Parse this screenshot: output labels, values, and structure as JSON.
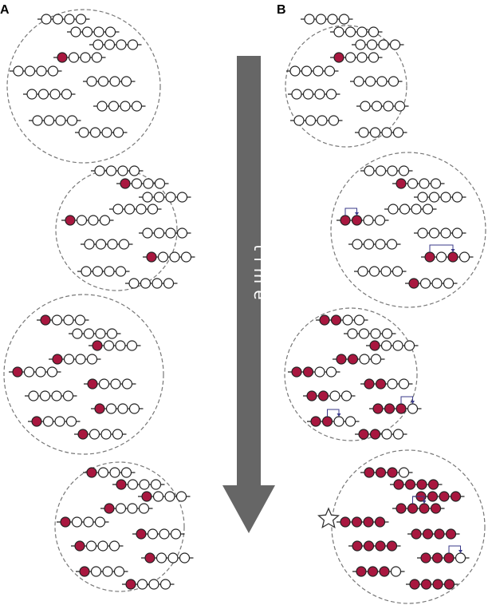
{
  "labels": {
    "panel_a": "A",
    "panel_b": "B",
    "time": "time"
  },
  "colors": {
    "marked": "#a8173f",
    "unmarked": "#ffffff",
    "stroke": "#222222",
    "circle_border": "#777777",
    "arrow": "#666666",
    "jump": "#3a3a8a"
  },
  "icons": {
    "star": "star-icon",
    "time_arrow": "down-arrow-icon"
  },
  "scenarios": {
    "A": [
      {
        "chains": [
          {
            "marked": []
          },
          {
            "marked": []
          },
          {
            "marked": []
          },
          {
            "marked": [
              0
            ]
          },
          {
            "marked": []
          },
          {
            "marked": []
          },
          {
            "marked": []
          },
          {
            "marked": []
          },
          {
            "marked": []
          },
          {
            "marked": []
          }
        ]
      },
      {
        "chains": [
          {
            "marked": []
          },
          {
            "marked": [
              0
            ]
          },
          {
            "marked": []
          },
          {
            "marked": []
          },
          {
            "marked": [
              0
            ]
          },
          {
            "marked": []
          },
          {
            "marked": []
          },
          {
            "marked": [
              0
            ]
          },
          {
            "marked": []
          },
          {
            "marked": []
          }
        ]
      },
      {
        "chains": [
          {
            "marked": [
              0
            ]
          },
          {
            "marked": []
          },
          {
            "marked": [
              0
            ]
          },
          {
            "marked": [
              0
            ]
          },
          {
            "marked": [
              0
            ]
          },
          {
            "marked": [
              0
            ]
          },
          {
            "marked": []
          },
          {
            "marked": [
              0
            ]
          },
          {
            "marked": [
              0
            ]
          },
          {
            "marked": [
              0
            ]
          }
        ]
      },
      {
        "chains": [
          {
            "marked": [
              0
            ]
          },
          {
            "marked": [
              0
            ]
          },
          {
            "marked": [
              0
            ]
          },
          {
            "marked": [
              0
            ]
          },
          {
            "marked": [
              0
            ]
          },
          {
            "marked": [
              0
            ]
          },
          {
            "marked": [
              0
            ]
          },
          {
            "marked": [
              0
            ]
          },
          {
            "marked": [
              0
            ]
          },
          {
            "marked": [
              0
            ]
          }
        ]
      }
    ],
    "B": [
      {
        "chains": [
          {
            "marked": []
          },
          {
            "marked": []
          },
          {
            "marked": []
          },
          {
            "marked": [
              0
            ]
          },
          {
            "marked": []
          },
          {
            "marked": []
          },
          {
            "marked": []
          },
          {
            "marked": []
          },
          {
            "marked": []
          },
          {
            "marked": []
          }
        ]
      },
      {
        "chains": [
          {
            "marked": []
          },
          {
            "marked": [
              0
            ]
          },
          {
            "marked": []
          },
          {
            "marked": []
          },
          {
            "marked": [
              0,
              1
            ],
            "jump": [
              0,
              1
            ]
          },
          {
            "marked": []
          },
          {
            "marked": []
          },
          {
            "marked": [
              0,
              2
            ],
            "jump": [
              0,
              2
            ]
          },
          {
            "marked": []
          },
          {
            "marked": [
              0
            ]
          }
        ]
      },
      {
        "chains": [
          {
            "marked": [
              0,
              1
            ]
          },
          {
            "marked": []
          },
          {
            "marked": [
              0
            ]
          },
          {
            "marked": [
              0,
              1
            ]
          },
          {
            "marked": [
              0,
              1
            ]
          },
          {
            "marked": [
              0,
              1
            ]
          },
          {
            "marked": [
              0,
              1
            ]
          },
          {
            "marked": [
              0,
              1,
              2
            ],
            "jump": [
              2,
              3
            ]
          },
          {
            "marked": [
              0,
              1
            ],
            "jump": [
              1,
              2
            ]
          },
          {
            "marked": [
              0,
              1
            ]
          }
        ]
      },
      {
        "chains": [
          {
            "marked": [
              0,
              1,
              2
            ]
          },
          {
            "marked": [
              0,
              1,
              2,
              3
            ]
          },
          {
            "marked": [
              0,
              1,
              2,
              3
            ]
          },
          {
            "marked": [
              0,
              1,
              2,
              3
            ],
            "jump": [
              1,
              2
            ]
          },
          {
            "marked": [
              0,
              1,
              2,
              3
            ]
          },
          {
            "marked": [
              0,
              1,
              2,
              3
            ]
          },
          {
            "marked": [
              0,
              1,
              2,
              3
            ]
          },
          {
            "marked": [
              0,
              1,
              2
            ],
            "jump": [
              2,
              3
            ]
          },
          {
            "marked": [
              0,
              1,
              2
            ]
          },
          {
            "marked": [
              0,
              1,
              2,
              3
            ]
          }
        ]
      }
    ]
  }
}
